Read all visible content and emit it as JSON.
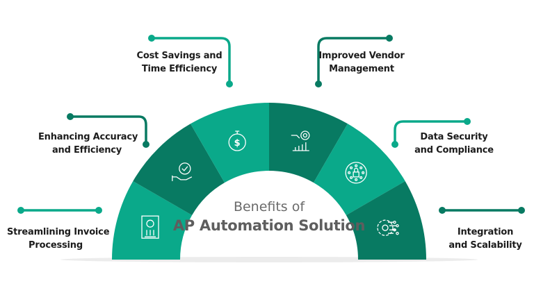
{
  "title": {
    "line1": "Benefits of",
    "line2": "AP Automation Solution"
  },
  "colors": {
    "light": "#0aa98a",
    "dark": "#087a62",
    "text": "#1c1c1c",
    "title": "#5e5e5e"
  },
  "segments": [
    {
      "label_line1": "Streamlining Invoice",
      "label_line2": "Processing",
      "icon": "invoice-dollar-icon",
      "shade": "light"
    },
    {
      "label_line1": "Enhancing Accuracy",
      "label_line2": "and Efficiency",
      "icon": "hand-gear-check-icon",
      "shade": "dark"
    },
    {
      "label_line1": "Cost Savings and",
      "label_line2": "Time Efficiency",
      "icon": "stopwatch-dollar-icon",
      "shade": "light"
    },
    {
      "label_line1": "Improved Vendor",
      "label_line2": "Management",
      "icon": "target-growth-chart-icon",
      "shade": "dark"
    },
    {
      "label_line1": "Data Security",
      "label_line2": "and Compliance",
      "icon": "lock-stars-icon",
      "shade": "light"
    },
    {
      "label_line1": "Integration",
      "label_line2": "and Scalability",
      "icon": "gear-circuit-icon",
      "shade": "dark"
    }
  ]
}
